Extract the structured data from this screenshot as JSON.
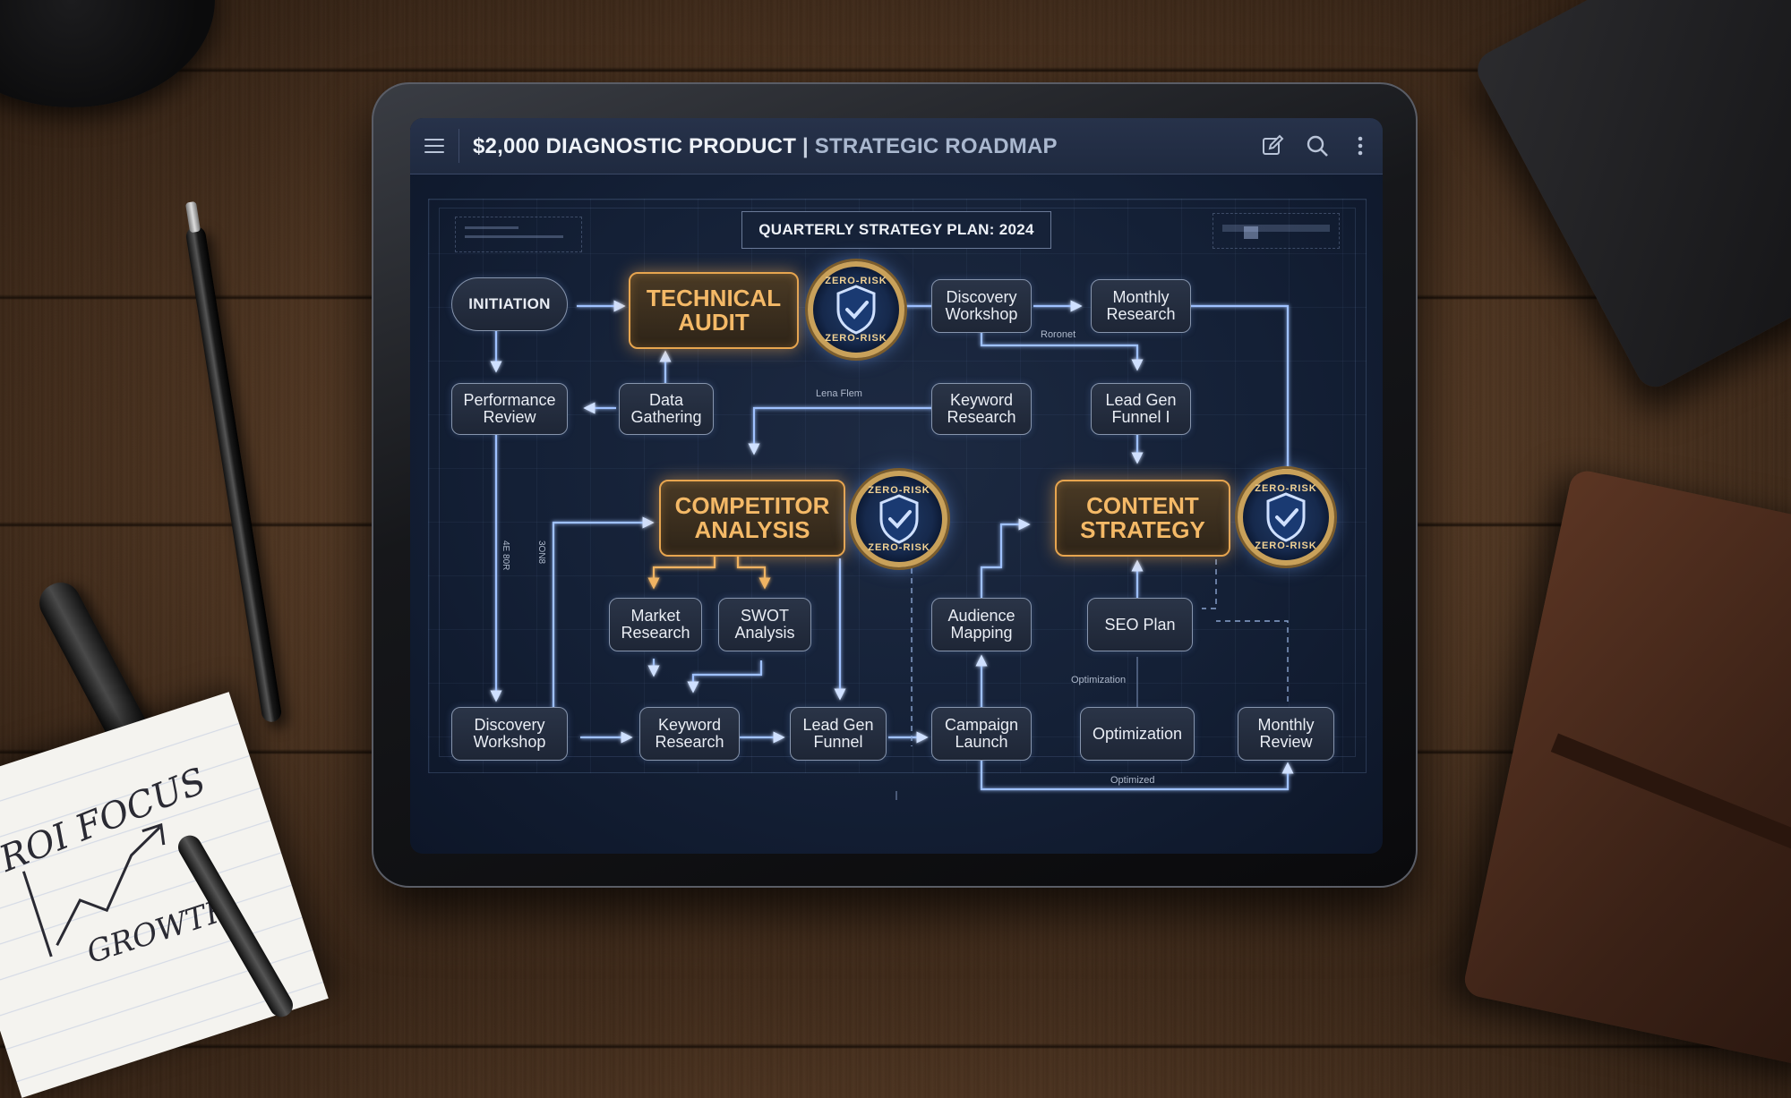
{
  "app": {
    "title_main": "$2,000 DIAGNOSTIC PRODUCT",
    "title_sep": "|",
    "title_sub": "STRATEGIC ROADMAP"
  },
  "toolbar": {
    "menu_icon": "hamburger-menu-icon",
    "edit_icon": "edit-icon",
    "search_icon": "search-icon",
    "more_icon": "more-vertical-icon"
  },
  "plan_label": "QUARTERLY STRATEGY PLAN: 2024",
  "nodes": {
    "initiation": "INITIATION",
    "technical_audit": "TECHNICAL AUDIT",
    "discovery_top": "Discovery Workshop",
    "monthly_research": "Monthly Research",
    "performance_review": "Performance Review",
    "data_gathering": "Data Gathering",
    "keyword_research_top": "Keyword Research",
    "lead_gen_funnel_top": "Lead Gen Funnel I",
    "competitor_analysis": "COMPETITOR ANALYSIS",
    "content_strategy": "CONTENT STRATEGY",
    "market_research": "Market Research",
    "swot_analysis": "SWOT Analysis",
    "audience_mapping": "Audience Mapping",
    "seo_plan": "SEO Plan",
    "discovery_bottom": "Discovery Workshop",
    "keyword_research_bottom": "Keyword Research",
    "lead_gen_funnel_bottom": "Lead Gen Funnel",
    "campaign_launch": "Campaign Launch",
    "optimization": "Optimization",
    "monthly_review": "Monthly Review"
  },
  "badge": {
    "top": "ZERO-RISK",
    "bottom": "ZERO-RISK"
  },
  "edge_labels": {
    "roronet": "Roronet",
    "lena_flem": "Lena Flem",
    "optimization": "Optimization",
    "optimized": "Optimized",
    "v1": "4E 80R",
    "v2": "3ON8"
  },
  "colors": {
    "accent_gold": "#e7a54f",
    "wire_blue": "#9fc1ff",
    "screen_bg": "#142036"
  },
  "desk": {
    "notepad_line1": "ROI FOCUS",
    "notepad_line2": "GROWTH"
  }
}
